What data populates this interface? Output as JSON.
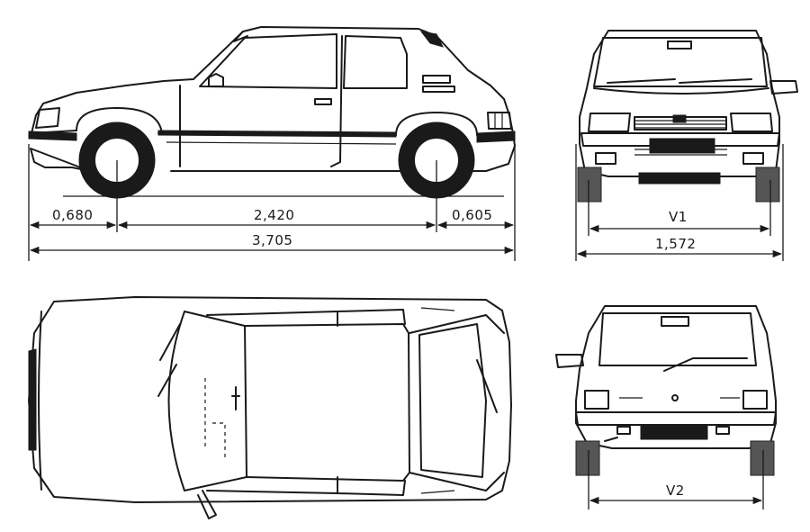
{
  "dimensions": {
    "front_overhang": "0,680",
    "wheelbase": "2,420",
    "rear_overhang": "0,605",
    "overall_length": "3,705",
    "front_track_label": "V1",
    "overall_width": "1,572",
    "rear_track_label": "V2"
  },
  "colors": {
    "ink": "#1a1a1a",
    "paper": "#ffffff"
  }
}
